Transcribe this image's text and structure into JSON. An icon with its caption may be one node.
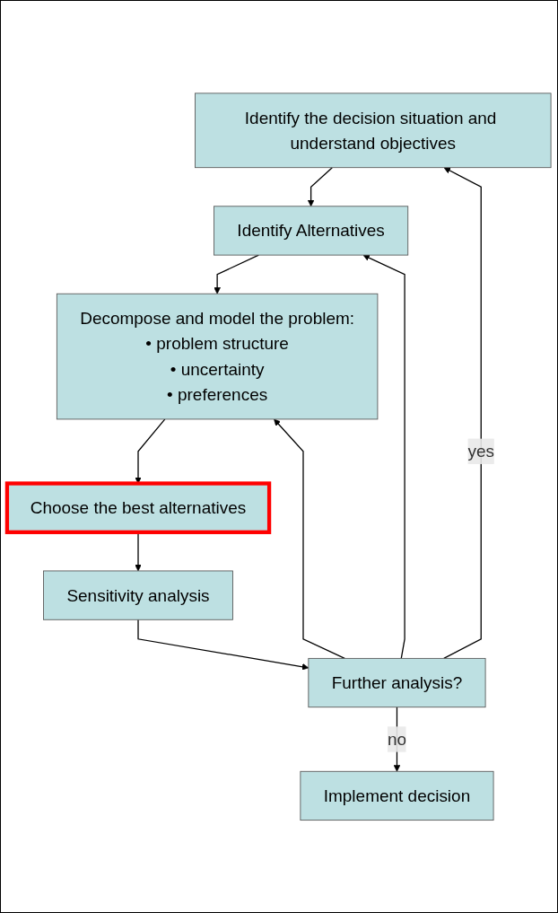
{
  "diagram": {
    "nodes": [
      {
        "text": [
          "Identify the decision situation and understand objectives"
        ]
      },
      {
        "text": [
          "Identify Alternatives"
        ]
      },
      {
        "text": [
          "Decompose and model the problem:",
          "• problem structure",
          "• uncertainty",
          "• preferences"
        ]
      },
      {
        "text": [
          "Choose the best alternatives"
        ]
      },
      {
        "text": [
          "Sensitivity analysis"
        ]
      },
      {
        "text": [
          "Further analysis?"
        ]
      },
      {
        "text": [
          "Implement decision"
        ]
      }
    ],
    "edges": [
      {
        "from": 0,
        "to": 1,
        "arrow": "to"
      },
      {
        "from": 1,
        "to": 2,
        "arrow": "to"
      },
      {
        "from": 2,
        "to": 3,
        "arrow": "to"
      },
      {
        "from": 3,
        "to": 4,
        "arrow": "to"
      },
      {
        "from": 4,
        "to": 5,
        "arrow": "to"
      },
      {
        "from": 5,
        "to": 6,
        "label": "no",
        "arrow": "to"
      },
      {
        "from": 5,
        "to": 0,
        "label": "yes",
        "arrow": "to"
      },
      {
        "from": 5,
        "to": 1,
        "arrow": "to"
      },
      {
        "from": 5,
        "to": 2,
        "arrow": "to"
      }
    ]
  }
}
